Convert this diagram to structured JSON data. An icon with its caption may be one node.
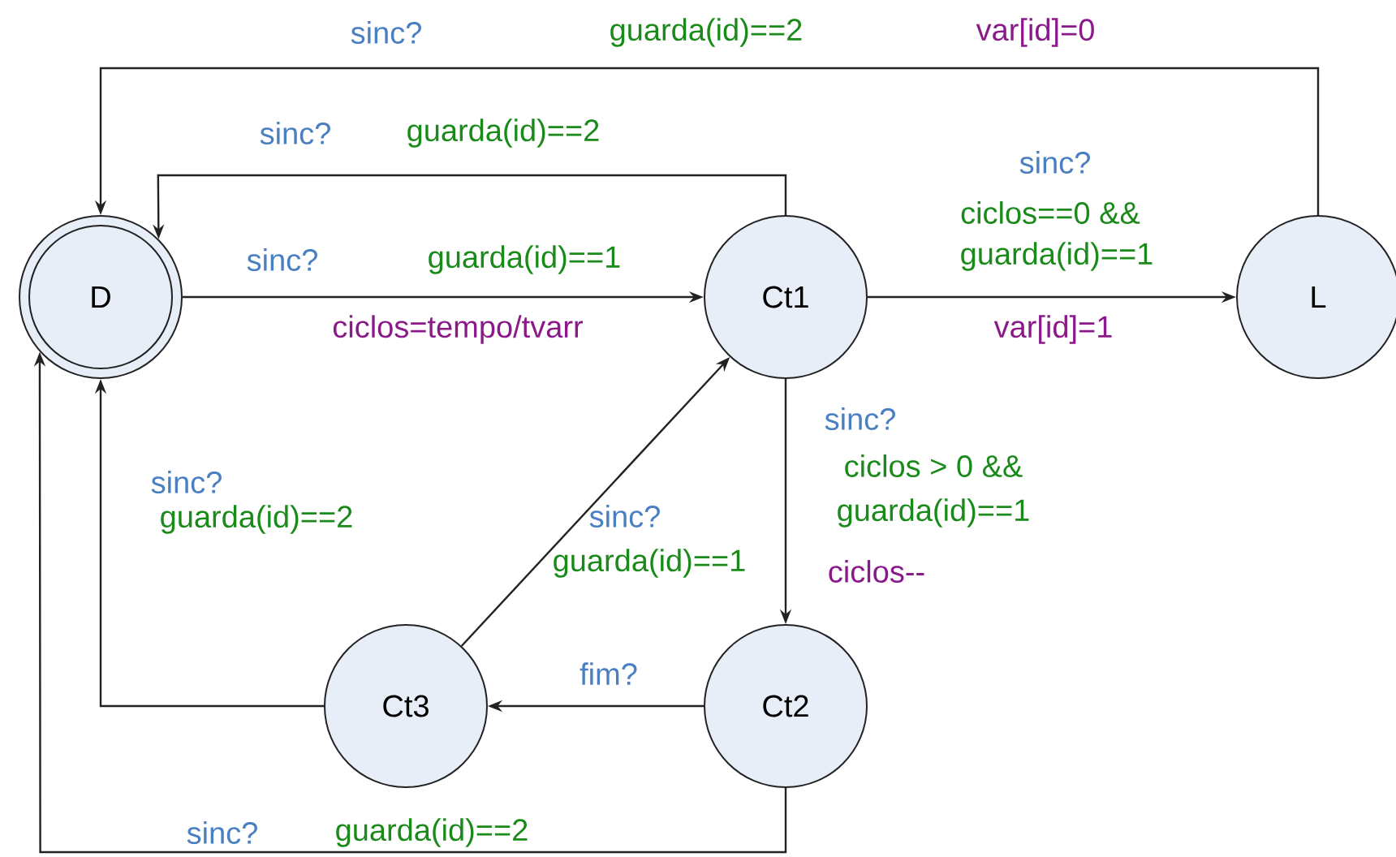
{
  "diagram": {
    "nodes": [
      {
        "text": [
          "D"
        ]
      },
      {
        "text": [
          "Ct1"
        ]
      },
      {
        "text": [
          "L"
        ]
      },
      {
        "text": [
          "Ct3"
        ]
      },
      {
        "text": [
          "Ct2"
        ]
      }
    ],
    "edges": [
      {
        "from": 2,
        "to": 0,
        "arrow": "to",
        "label": "sinc?"
      },
      {
        "from": 1,
        "to": 0,
        "arrow": "to",
        "label": "sinc?"
      },
      {
        "from": 0,
        "to": 1,
        "arrow": "to",
        "label": "sinc?"
      },
      {
        "from": 1,
        "to": 2,
        "arrow": "to",
        "label": "sinc?"
      },
      {
        "from": 1,
        "to": 4,
        "arrow": "to",
        "label": "sinc?"
      },
      {
        "from": 4,
        "to": 3,
        "arrow": "to",
        "label": "fim?"
      },
      {
        "from": 3,
        "to": 1,
        "arrow": "to",
        "label": "sinc?"
      },
      {
        "from": 3,
        "to": 0,
        "arrow": "to",
        "label": "sinc?"
      },
      {
        "from": 4,
        "to": 0,
        "arrow": "to",
        "label": "sinc?"
      }
    ],
    "labels": [
      "guarda(id)==2",
      "var[id]=0",
      "guarda(id)==2",
      "guarda(id)==1",
      "ciclos=tempo/tvarr",
      "ciclos==0 &&",
      "guarda(id)==1",
      "var[id]=1",
      "ciclos > 0 &&",
      "guarda(id)==1",
      "ciclos--",
      "guarda(id)==1",
      "guarda(id)==2",
      "guarda(id)==2"
    ]
  }
}
